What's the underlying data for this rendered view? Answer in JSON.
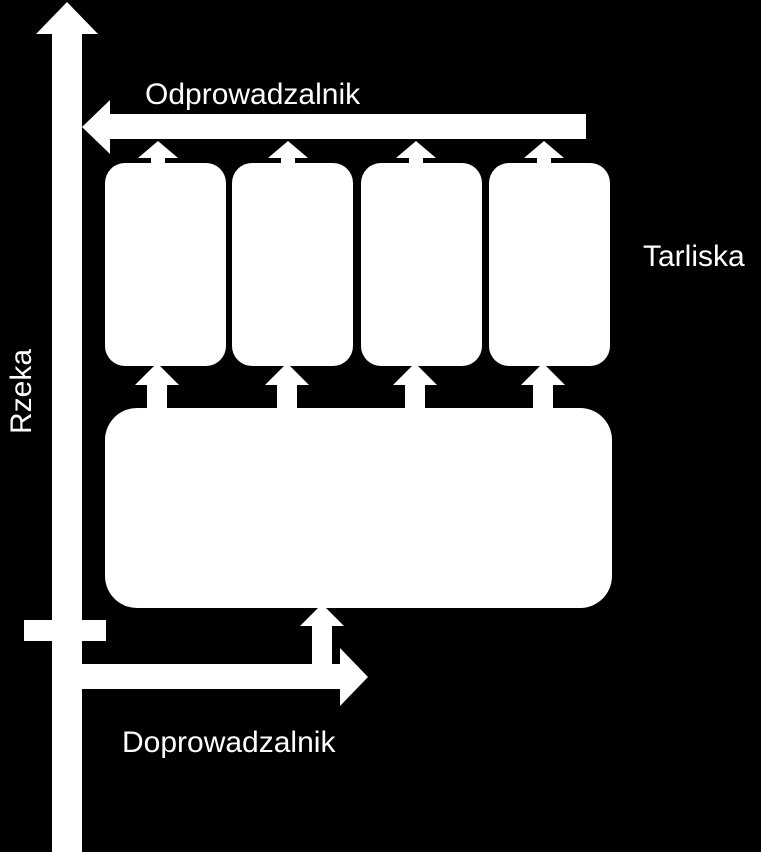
{
  "labels": {
    "river": "Rzeka",
    "outlet": "Odprowadzalnik",
    "inlet": "Doprowadzalnik",
    "spawning_grounds": "Tarliska"
  },
  "colors": {
    "background": "#000000",
    "shapes": "#ffffff",
    "text": "#ffffff"
  }
}
